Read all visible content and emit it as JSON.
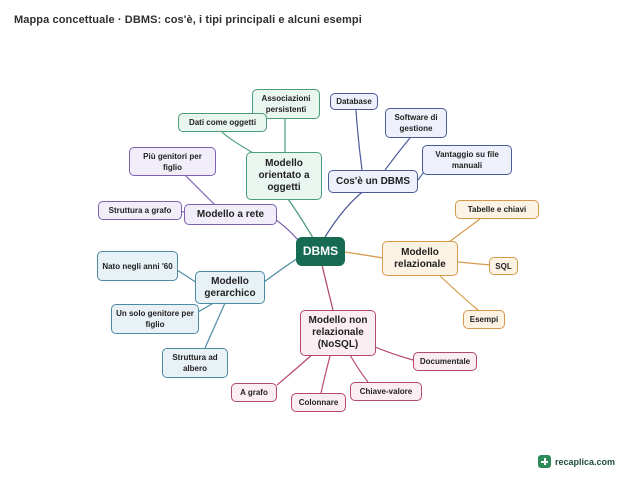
{
  "title": "Mappa concettuale · DBMS: cos'è, i tipi principali e alcuni esempi",
  "center": "DBMS",
  "branches": {
    "oggetti": {
      "label": "Modello orientato a oggetti",
      "children": [
        "Associazioni persistenti",
        "Dati come oggetti"
      ]
    },
    "cose": {
      "label": "Cos'è un DBMS",
      "children": [
        "Database",
        "Software di gestione",
        "Vantaggio su file manuali"
      ]
    },
    "rete": {
      "label": "Modello a rete",
      "children": [
        "Più genitori per figlio",
        "Struttura a grafo"
      ]
    },
    "relazionale": {
      "label": "Modello relazionale",
      "children": [
        "Tabelle e chiavi",
        "SQL",
        "Esempi"
      ]
    },
    "gerarchico": {
      "label": "Modello gerarchico",
      "children": [
        "Nato negli anni '60",
        "Un solo genitore per figlio",
        "Struttura ad albero"
      ]
    },
    "nosql": {
      "label": "Modello non relazionale (NoSQL)",
      "children": [
        "Documentale",
        "Chiave-valore",
        "Colonnare",
        "A grafo"
      ]
    }
  },
  "logo": "recaplica.com",
  "colors": {
    "center": "#176b52",
    "oggetti": "#4a9c79",
    "cose": "#4c5a9a",
    "rete": "#7d62b0",
    "gerarchico": "#4d8aa3",
    "relazionale": "#d69a4c",
    "nosql": "#b5486f"
  }
}
